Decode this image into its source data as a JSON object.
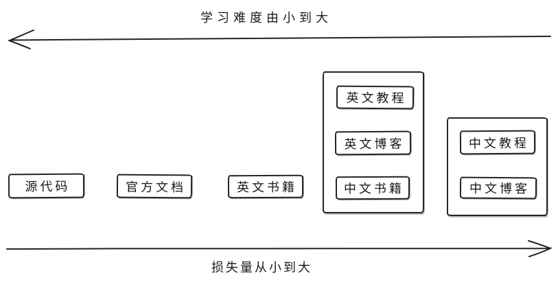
{
  "diagram": {
    "top_axis": {
      "label": "学习难度由小到大",
      "direction": "left"
    },
    "bottom_axis": {
      "label": "损失量从小到大",
      "direction": "right"
    },
    "standalone_boxes": [
      {
        "label": "源代码"
      },
      {
        "label": "官方文档"
      },
      {
        "label": "英文书籍"
      }
    ],
    "groups": [
      {
        "items": [
          {
            "label": "英文教程"
          },
          {
            "label": "英文博客"
          },
          {
            "label": "中文书籍"
          }
        ]
      },
      {
        "items": [
          {
            "label": "中文教程"
          },
          {
            "label": "中文博客"
          }
        ]
      }
    ],
    "colors": {
      "stroke": "#222222",
      "text": "#1a1a1a",
      "background": "#ffffff"
    }
  }
}
